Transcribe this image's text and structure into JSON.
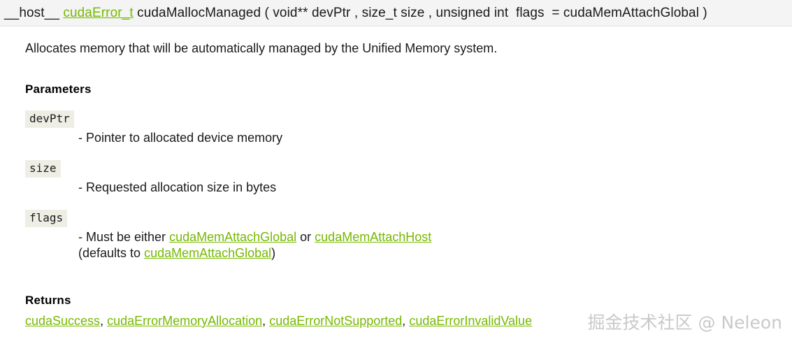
{
  "signature": {
    "qualifier": "__host__ ",
    "return_type_link": "cudaError_t",
    "after_return_type": " cudaMallocManaged ( void** devPtr , size_t size , unsigned int  flags  = cudaMemAttachGlobal )"
  },
  "description": "Allocates memory that will be automatically managed by the Unified Memory system.",
  "parameters_heading": "Parameters",
  "parameters": [
    {
      "name": "devPtr",
      "dash": "- ",
      "desc": "Pointer to allocated device memory"
    },
    {
      "name": "size",
      "dash": "- ",
      "desc": "Requested allocation size in bytes"
    },
    {
      "name": "flags",
      "dash": "- ",
      "desc_prefix": "Must be either ",
      "link1": "cudaMemAttachGlobal",
      "desc_mid": " or ",
      "link2": "cudaMemAttachHost",
      "desc_line2_prefix": "(defaults to ",
      "link3": "cudaMemAttachGlobal",
      "desc_line2_suffix": ")"
    }
  ],
  "returns_heading": "Returns",
  "returns": {
    "items": [
      "cudaSuccess",
      "cudaErrorMemoryAllocation",
      "cudaErrorNotSupported",
      "cudaErrorInvalidValue"
    ],
    "separator": ", "
  },
  "watermark": "掘金技术社区 @ Neleon",
  "colors": {
    "link_green": "#76b900",
    "code_bg": "#eeeee4",
    "header_bg": "#f4f4f4",
    "watermark_gray": "#c9c9c9"
  }
}
